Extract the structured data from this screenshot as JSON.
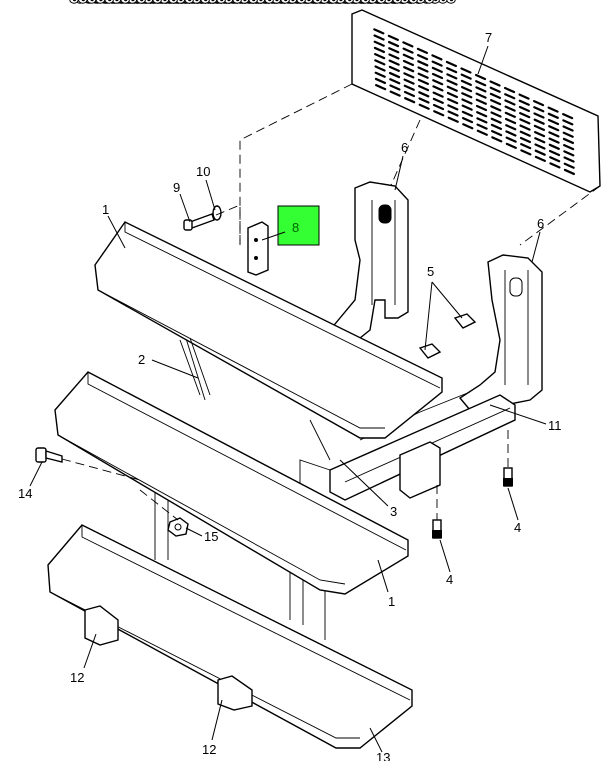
{
  "callouts": {
    "c1a": "1",
    "c1b": "1",
    "c2": "2",
    "c3": "3",
    "c4a": "4",
    "c4b": "4",
    "c5": "5",
    "c6a": "6",
    "c6b": "6",
    "c7": "7",
    "c8": "8",
    "c9": "9",
    "c10": "10",
    "c11": "11",
    "c12a": "12",
    "c12b": "12",
    "c13": "13",
    "c14": "14",
    "c15": "15"
  },
  "colors": {
    "highlight": "#33ff33",
    "line": "#000000"
  }
}
